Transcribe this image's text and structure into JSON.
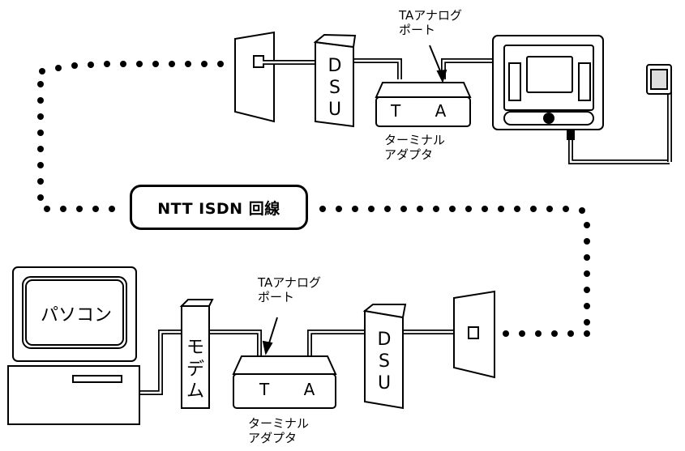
{
  "network": {
    "label": "NTT ISDN 回線"
  },
  "top_site": {
    "dsu": {
      "chars": [
        "D",
        "S",
        "U"
      ]
    },
    "ta": {
      "label": "T A",
      "caption_lines": [
        "ターミナル",
        "アダプタ"
      ]
    },
    "analog_port": {
      "lines": [
        "TAアナログ",
        "ポート"
      ]
    }
  },
  "bottom_site": {
    "pc": {
      "label": "パソコン"
    },
    "modem": {
      "chars": [
        "モ",
        "デ",
        "ム"
      ]
    },
    "ta": {
      "label": "T A",
      "caption_lines": [
        "ターミナル",
        "アダプタ"
      ]
    },
    "analog_port": {
      "lines": [
        "TAアナログ",
        "ポート"
      ]
    },
    "dsu": {
      "chars": [
        "D",
        "S",
        "U"
      ]
    }
  }
}
